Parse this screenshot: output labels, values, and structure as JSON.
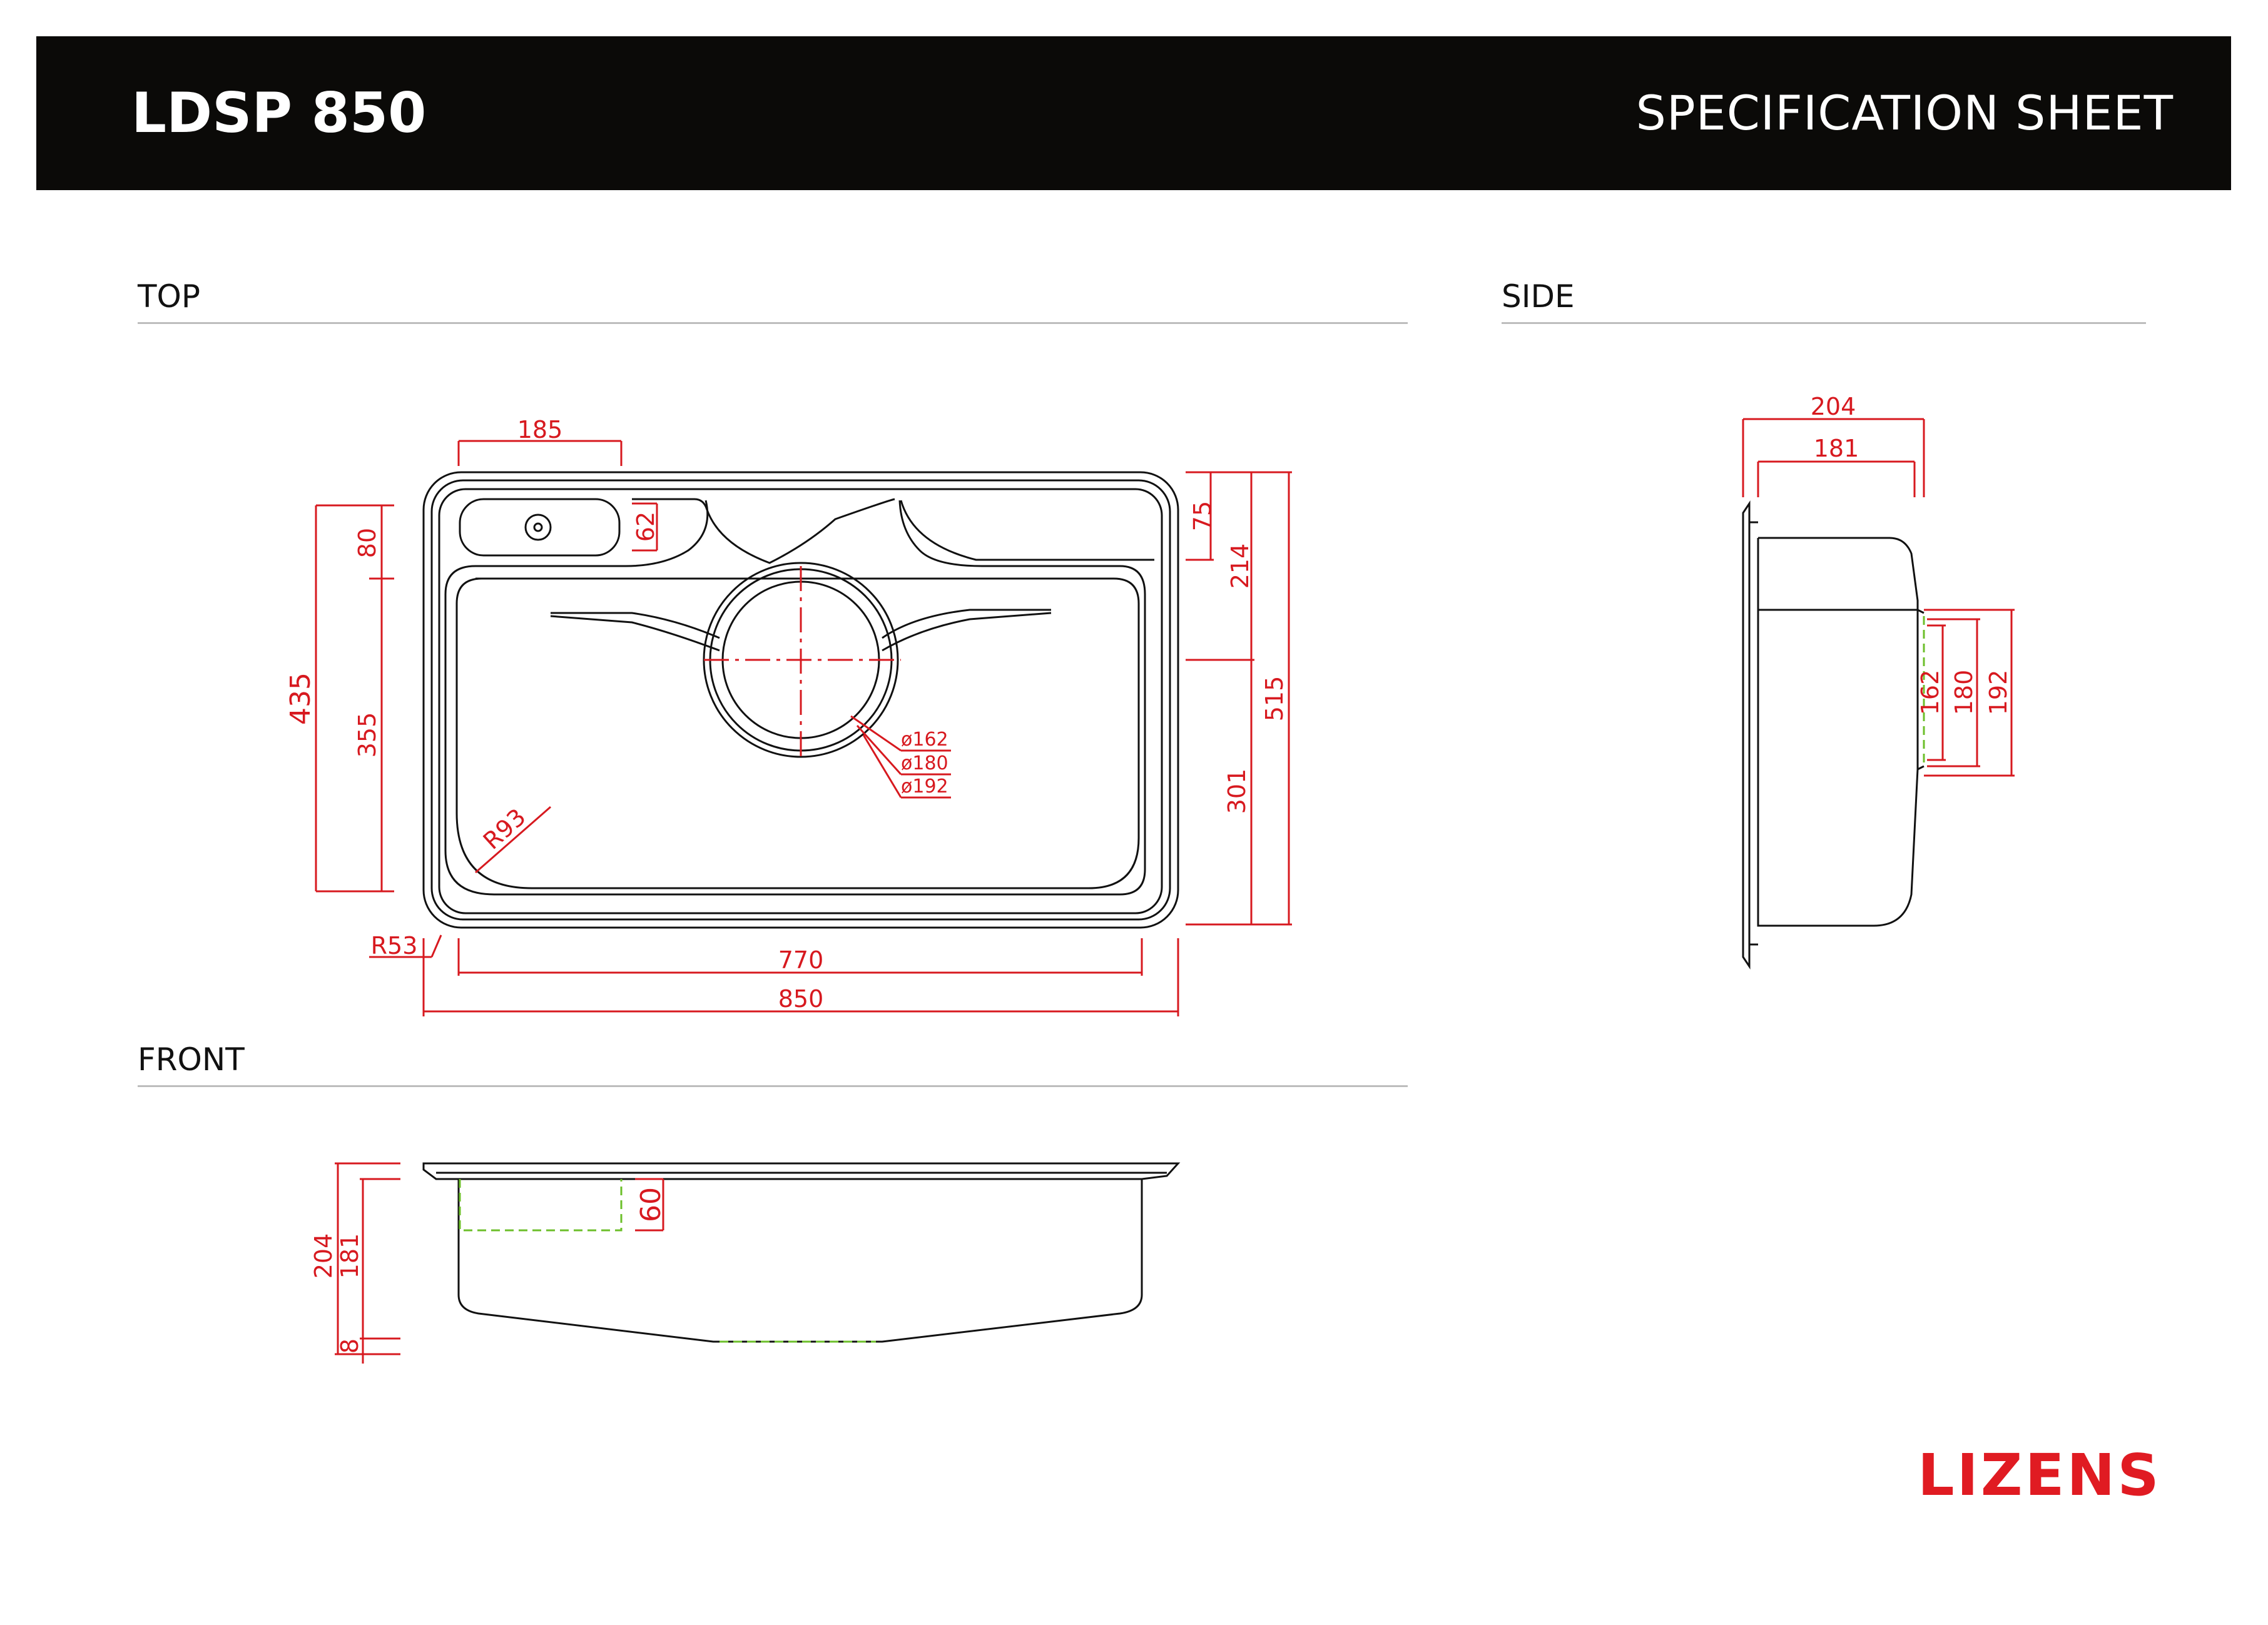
{
  "header": {
    "model": "LDSP 850",
    "title": "SPECIFICATION SHEET"
  },
  "sections": {
    "top": "TOP",
    "side": "SIDE",
    "front": "FRONT"
  },
  "top_view": {
    "dims": {
      "d185": "185",
      "d62": "62",
      "d75": "75",
      "d214": "214",
      "d80": "80",
      "d435": "435",
      "d355": "355",
      "d515": "515",
      "d301": "301",
      "d162": "ø162",
      "d180": "ø180",
      "d192": "ø192",
      "r93": "R93",
      "r53": "R53",
      "d770": "770",
      "d850": "850"
    }
  },
  "side_view": {
    "dims": {
      "d204": "204",
      "d181": "181",
      "d162": "162",
      "d180": "180",
      "d192": "192"
    }
  },
  "front_view": {
    "dims": {
      "d204": "204",
      "d181": "181",
      "d8": "8",
      "d60": "60"
    }
  },
  "brand": {
    "logo": "LIZENS"
  },
  "colors": {
    "dimension": "#d7191f",
    "outline": "#111111",
    "hidden": "#6cbf2a",
    "brand": "#e01b22",
    "header_bg": "#0b0a08"
  }
}
